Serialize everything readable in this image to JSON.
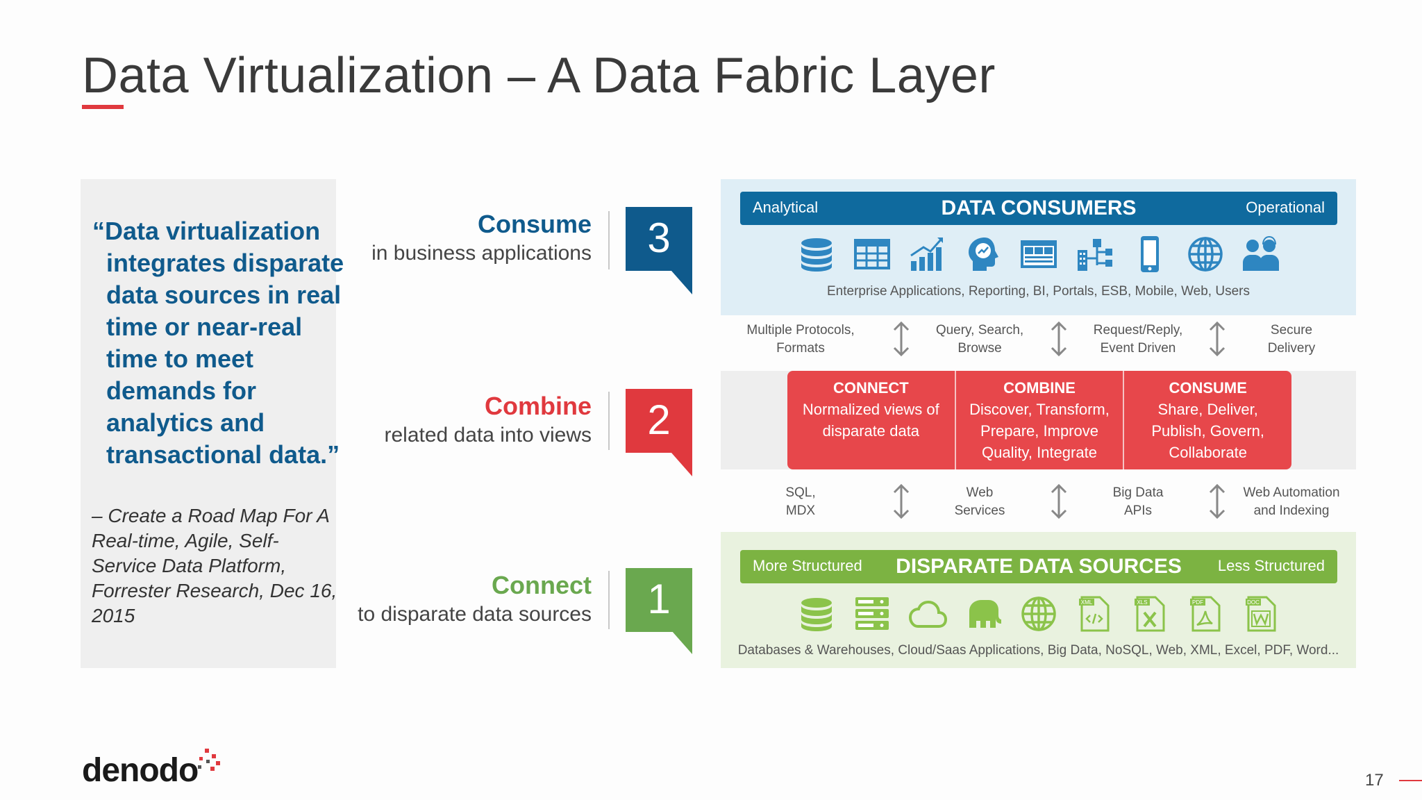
{
  "slide": {
    "title": "Data Virtualization – A Data Fabric Layer",
    "page_number": "17",
    "logo_text": "denodo"
  },
  "quote": {
    "lines": [
      "“Data virtualization",
      "integrates disparate",
      "data sources in real",
      "time or near-real",
      "time to meet",
      "demands for",
      "analytics and",
      "transactional data.”"
    ],
    "source_lines": [
      "– Create a Road Map For A",
      "Real-time, Agile, Self-",
      "Service Data Platform,",
      "Forrester Research, Dec 16,",
      "2015"
    ]
  },
  "steps": [
    {
      "title": "Consume",
      "subtitle": "in business applications",
      "number": "3",
      "color": "#0f5a8c"
    },
    {
      "title": "Combine",
      "subtitle": "related data into views",
      "number": "2",
      "color": "#e0393e"
    },
    {
      "title": "Connect",
      "subtitle": "to disparate data sources",
      "number": "1",
      "color": "#6aa84f"
    }
  ],
  "consumers": {
    "left_label": "Analytical",
    "title": "DATA CONSUMERS",
    "right_label": "Operational",
    "caption": "Enterprise Applications, Reporting, BI, Portals, ESB, Mobile, Web, Users",
    "icons": [
      "database-icon",
      "table-icon",
      "bar-chart-icon",
      "head-analytics-icon",
      "dashboard-icon",
      "org-chart-icon",
      "mobile-icon",
      "globe-icon",
      "users-icon"
    ],
    "color": "#0f6a9e"
  },
  "upper_protocols": [
    [
      "Multiple Protocols,",
      "Formats"
    ],
    [
      "Query, Search,",
      "Browse"
    ],
    [
      "Request/Reply,",
      "Event Driven"
    ],
    [
      "Secure",
      "Delivery"
    ]
  ],
  "combine": {
    "columns": [
      {
        "title": "CONNECT",
        "lines": [
          "Normalized views of",
          "disparate data"
        ]
      },
      {
        "title": "COMBINE",
        "lines": [
          "Discover, Transform,",
          "Prepare, Improve",
          "Quality, Integrate"
        ]
      },
      {
        "title": "CONSUME",
        "lines": [
          "Share, Deliver,",
          "Publish, Govern,",
          "Collaborate"
        ]
      }
    ]
  },
  "lower_protocols": [
    [
      "SQL,",
      "MDX"
    ],
    [
      "Web",
      "Services"
    ],
    [
      "Big Data",
      "APIs"
    ],
    [
      "Web Automation",
      "and Indexing"
    ]
  ],
  "sources": {
    "left_label": "More Structured",
    "title": "DISPARATE DATA SOURCES",
    "right_label": "Less Structured",
    "caption": "Databases & Warehouses, Cloud/Saas Applications, Big Data, NoSQL, Web, XML, Excel, PDF, Word...",
    "icons": [
      "database-icon",
      "server-icon",
      "cloud-icon",
      "hadoop-elephant-icon",
      "globe-icon",
      "xml-file-icon",
      "xls-file-icon",
      "pdf-file-icon",
      "doc-file-icon"
    ],
    "icon_badges": {
      "xml": "XML",
      "xls": "XLS",
      "pdf": "PDF",
      "doc": "DOC"
    },
    "color": "#7cb342"
  },
  "colors": {
    "blue": "#0f5a8c",
    "red": "#e0393e",
    "green": "#6aa84f"
  }
}
